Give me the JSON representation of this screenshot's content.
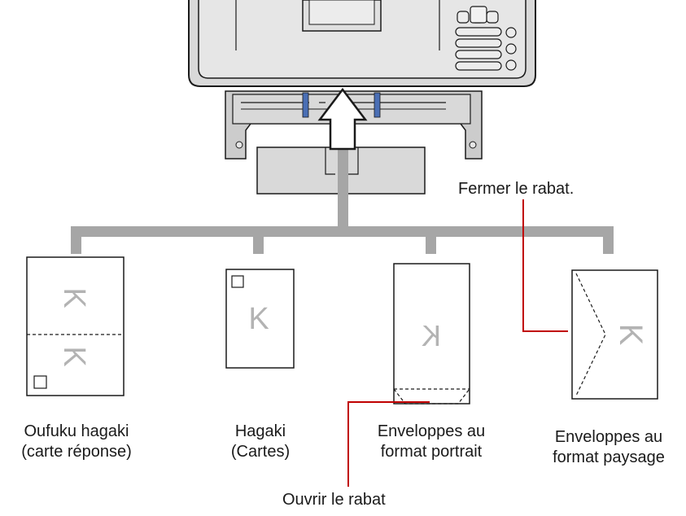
{
  "annotations": {
    "close_flap": "Fermer le rabat.",
    "open_flap": "Ouvrir le rabat"
  },
  "media": [
    {
      "line1": "Oufuku hagaki",
      "line2": "(carte réponse)"
    },
    {
      "line1": "Hagaki",
      "line2": "(Cartes)"
    },
    {
      "line1": "Enveloppes au",
      "line2": "format portrait"
    },
    {
      "line1": "Enveloppes au",
      "line2": "format paysage"
    }
  ],
  "glyph": "K",
  "colors": {
    "outline": "#1a1a1a",
    "printer_body": "#d9d9d9",
    "bracket": "#a6a6a6",
    "callout": "#c00000",
    "guide": "#4a6fb5",
    "glyph": "#b3b3b3"
  }
}
